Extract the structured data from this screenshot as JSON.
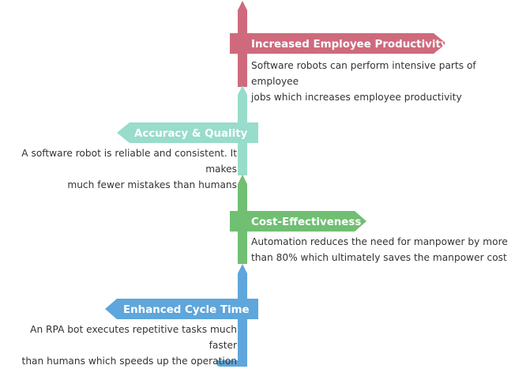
{
  "colors": {
    "productivity": "#cf6a7d",
    "accuracy": "#98dccb",
    "cost": "#70bf72",
    "cycle": "#5ea6db",
    "text": "#333333"
  },
  "items": [
    {
      "title": "Increased Employee Productivity",
      "description_line1": "Software robots can perform intensive parts of employee",
      "description_line2": "jobs which increases employee productivity"
    },
    {
      "title": "Accuracy & Quality",
      "description_line1": "A software robot is reliable and consistent. It makes",
      "description_line2": "much fewer mistakes than humans"
    },
    {
      "title": "Cost-Effectiveness",
      "description_line1": "Automation reduces the need for manpower by more",
      "description_line2": "than 80% which ultimately saves the manpower cost"
    },
    {
      "title": "Enhanced Cycle Time",
      "description_line1": "An RPA bot executes repetitive tasks much faster",
      "description_line2": "than humans which speeds up the operation"
    }
  ]
}
